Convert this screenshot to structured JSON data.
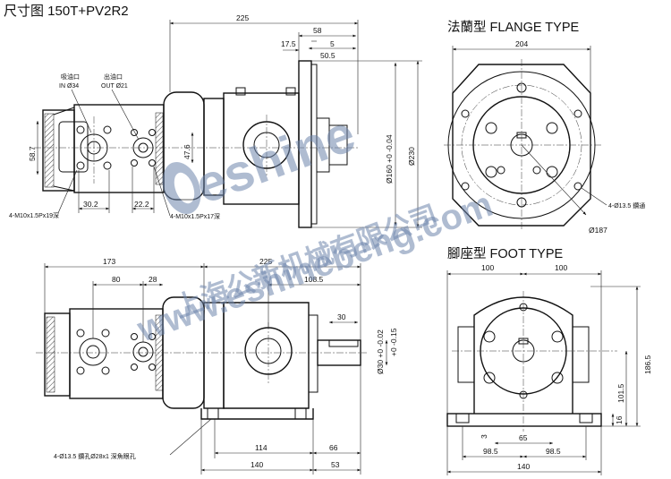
{
  "title": "尺寸图 150T+PV2R2",
  "sections": {
    "flange_label": "法蘭型 FLANGE TYPE",
    "foot_label": "腳座型 FOOT TYPE"
  },
  "ports": {
    "inlet_cn": "吸油口",
    "inlet_spec": "IN Ø34",
    "outlet_cn": "出油口",
    "outlet_spec": "OUT Ø21"
  },
  "callouts": {
    "thread_inlet": "4-M10x1.5Px19深",
    "thread_outlet": "4-M10x1.5Px17深",
    "flange_holes": "4-Ø13.5 鑽通",
    "foot_holes": "4-Ø13.5 鑽孔Ø28x1 深魚眼孔"
  },
  "dims_flange_view": {
    "overall": "225",
    "d58": "58",
    "d50_5": "50.5",
    "d17_5": "17.5",
    "d5": "5",
    "d58_7": "58.7",
    "d47_6": "47.6",
    "d30_2": "30.2",
    "d22_2": "22.2",
    "pilot": "Ø160 +0 -0.04",
    "flange_od": "Ø230"
  },
  "dims_flange_end": {
    "width": "204",
    "pcd": "Ø187"
  },
  "dims_foot_view": {
    "d173": "173",
    "d225": "225",
    "d80": "80",
    "d28": "28",
    "d108_5": "108.5",
    "key": "30",
    "shaft": "Ø30 +0 -0.02",
    "d9": "+0 -0.15",
    "d114": "114",
    "d66": "66",
    "d140": "140",
    "d53": "53"
  },
  "dims_foot_end": {
    "left": "100",
    "right": "100",
    "h186_5": "186.5",
    "h101_5": "101.5",
    "h16": "16",
    "d65": "65",
    "d3": "3",
    "d98a": "98.5",
    "d98b": "98.5",
    "base": "140"
  },
  "watermark": {
    "brand": "eshine",
    "company": "上海公新机械有限公司",
    "url": "www.eshinebeng.com"
  }
}
